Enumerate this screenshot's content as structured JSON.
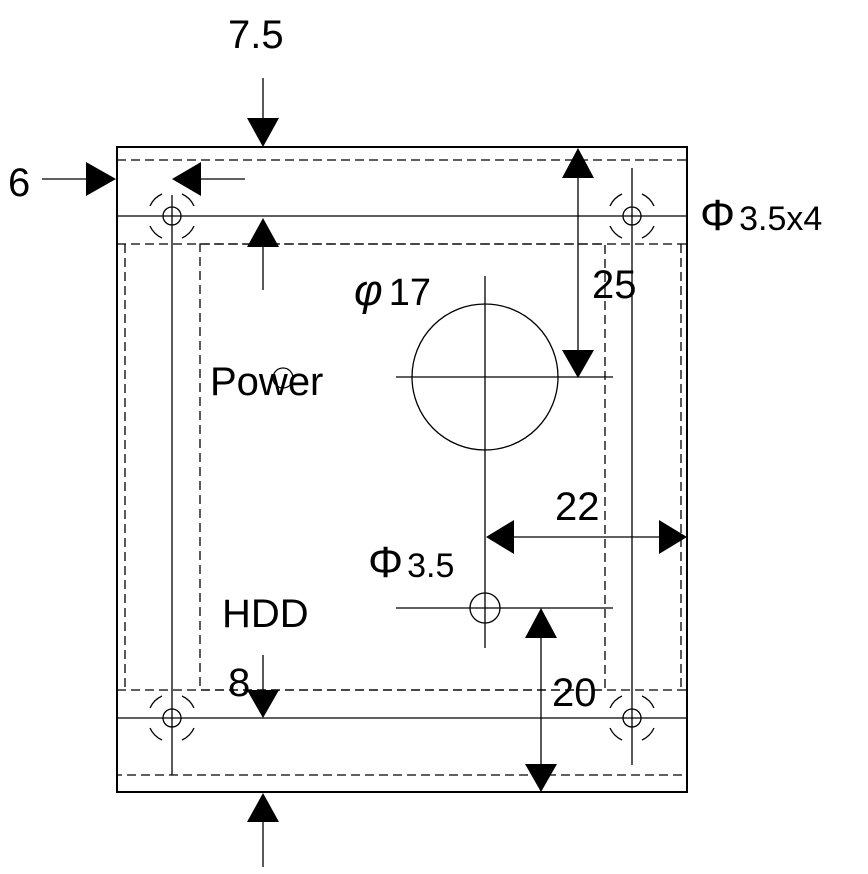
{
  "colors": {
    "line": "#000000",
    "background": "#ffffff"
  },
  "dimensions": {
    "top_margin": "7.5",
    "left_margin": "6",
    "corner_holes": "3.5x4",
    "corner_holes_symbol": "Φ",
    "big_hole": "17",
    "big_hole_symbol": "φ",
    "big_hole_offset": "25",
    "small_hole": "3.5",
    "small_hole_symbol": "Φ",
    "small_hole_x": "22",
    "small_hole_y": "20",
    "bottom_margin": "8"
  },
  "labels": {
    "power": "Power",
    "hdd": "HDD"
  }
}
